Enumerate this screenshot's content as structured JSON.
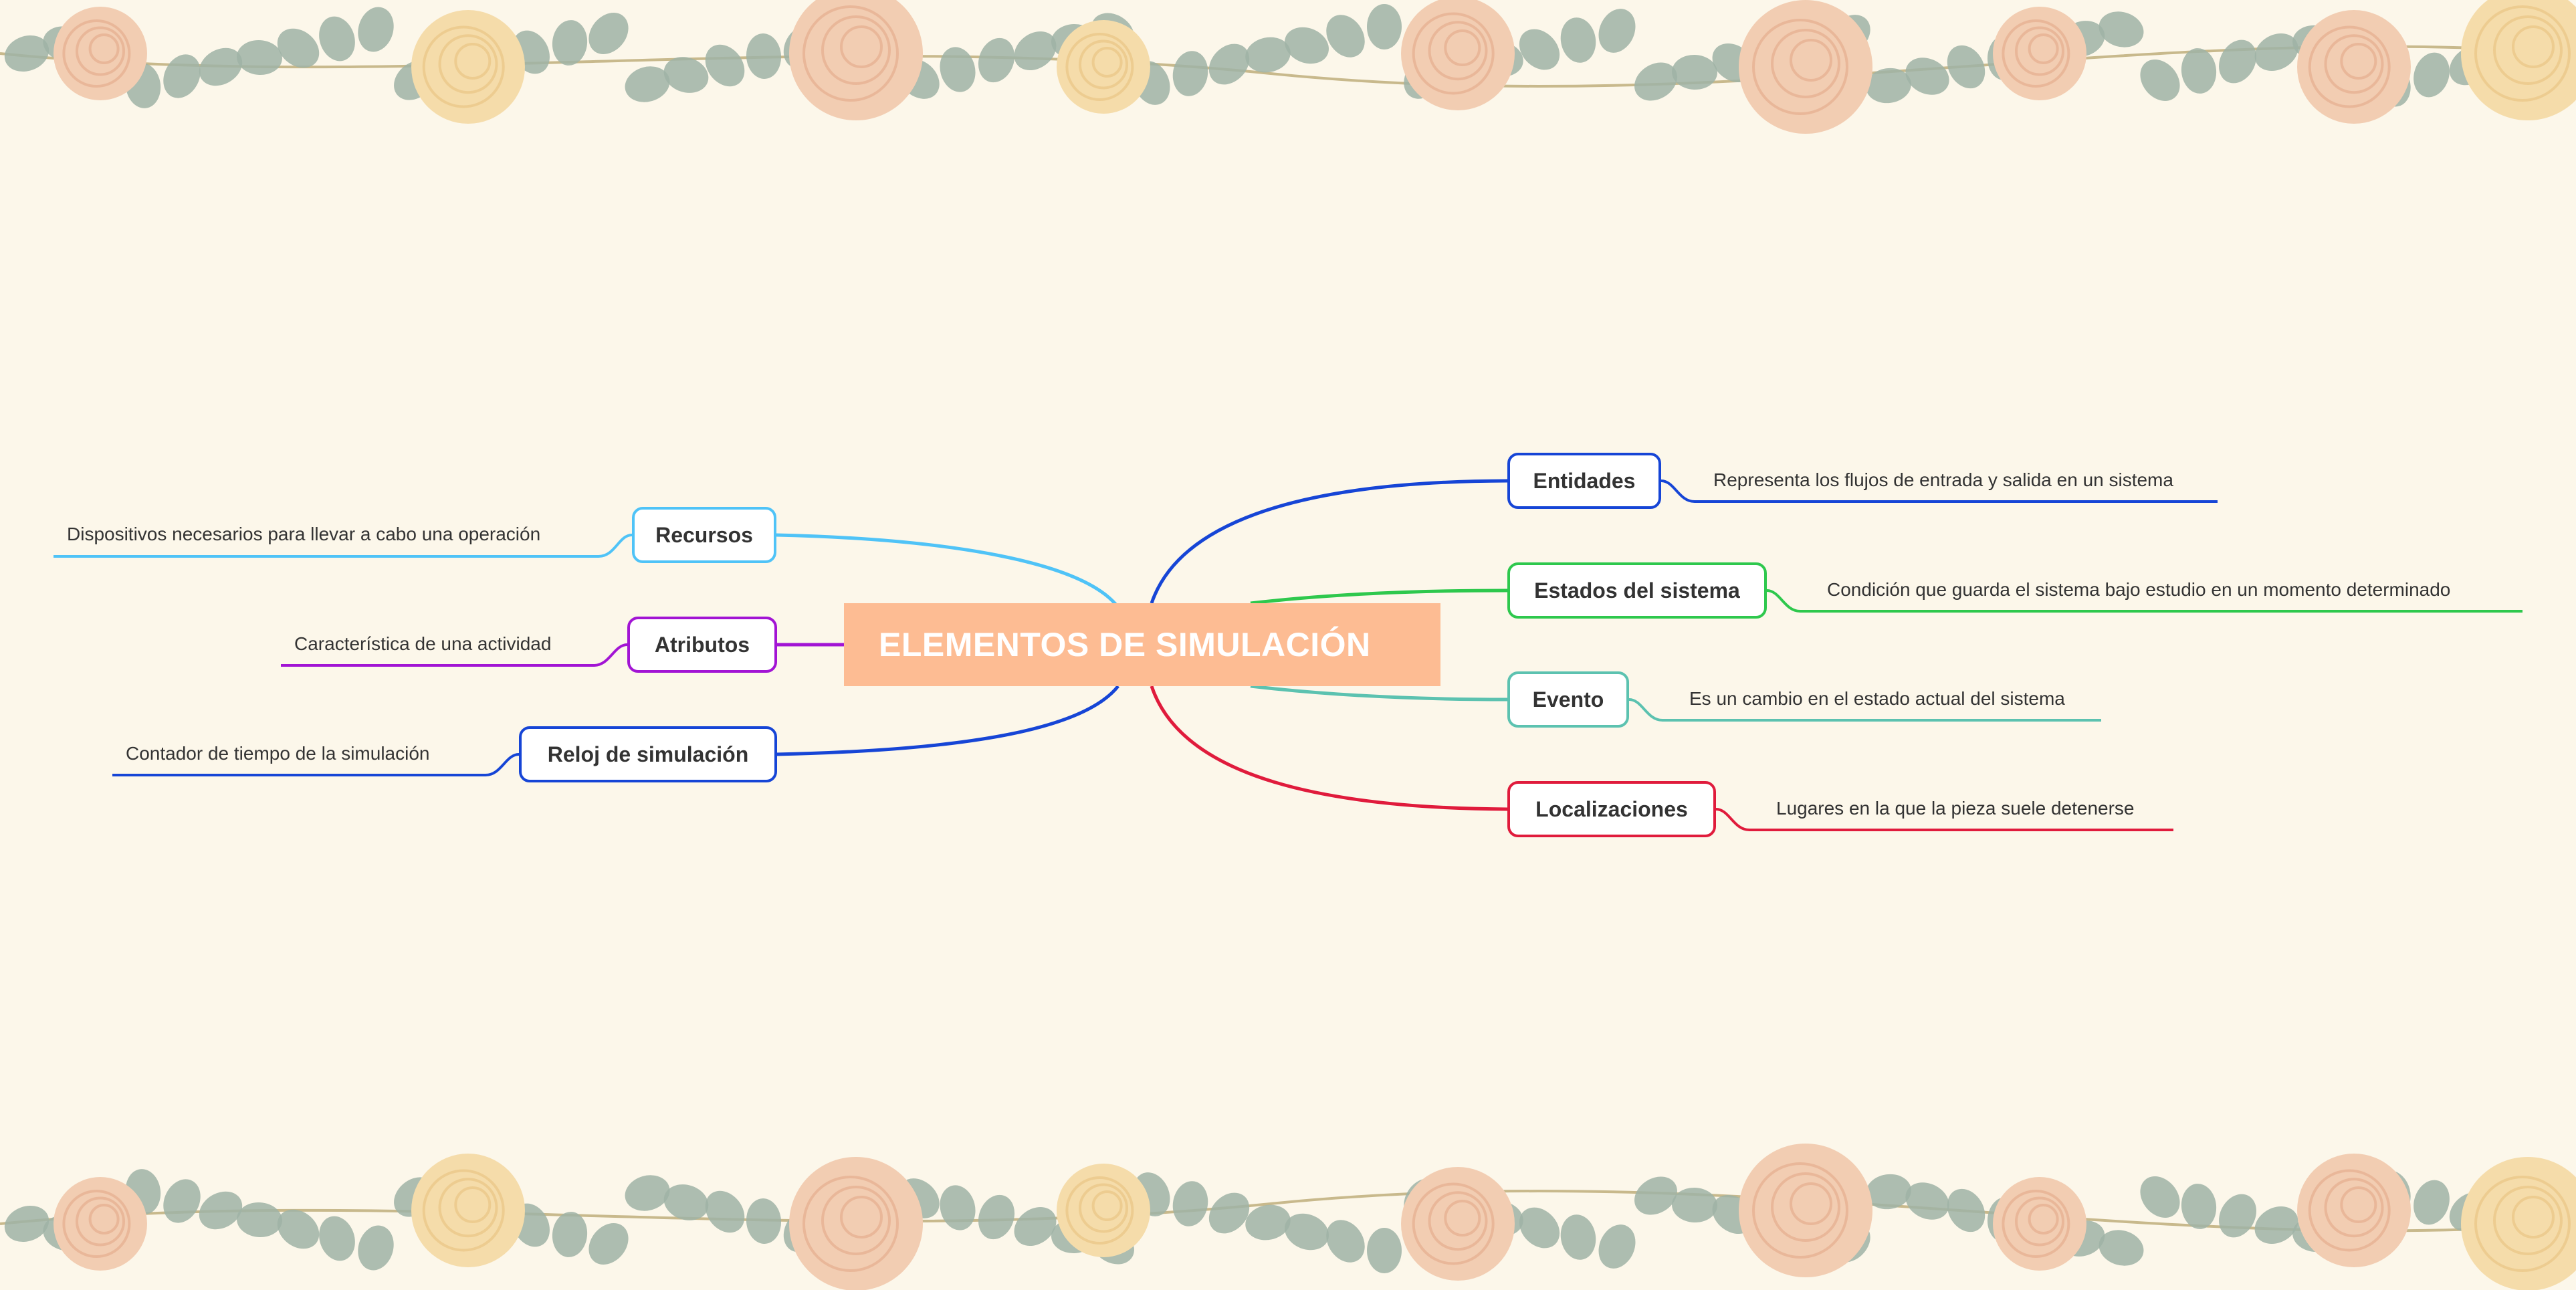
{
  "central": {
    "title": "ELEMENTOS DE SIMULACIÓN",
    "color": "#fdbc93"
  },
  "left_branches": [
    {
      "label": "Recursos",
      "description": "Dispositivos necesarios para llevar a cabo una operación",
      "color": "#4fc3f7"
    },
    {
      "label": "Atributos",
      "description": "Característica de una actividad",
      "color": "#a214d4"
    },
    {
      "label": "Reloj de simulación",
      "description": "Contador de tiempo de la simulación",
      "color": "#1645d6"
    }
  ],
  "right_branches": [
    {
      "label": "Entidades",
      "description": "Representa los flujos de entrada y salida en un sistema",
      "color": "#1645d6"
    },
    {
      "label": "Estados del sistema",
      "description": "Condición que guarda el sistema bajo estudio en un momento determinado",
      "color": "#2ec84d"
    },
    {
      "label": "Evento",
      "description": "Es un cambio en el estado actual del sistema",
      "color": "#5cc2b0"
    },
    {
      "label": "Localizaciones",
      "description": "Lugares en la que la pieza suele detenerse",
      "color": "#e01b3c"
    }
  ],
  "background": {
    "color": "#fcf7ea",
    "decoration": "rose-and-eucalyptus-border"
  }
}
